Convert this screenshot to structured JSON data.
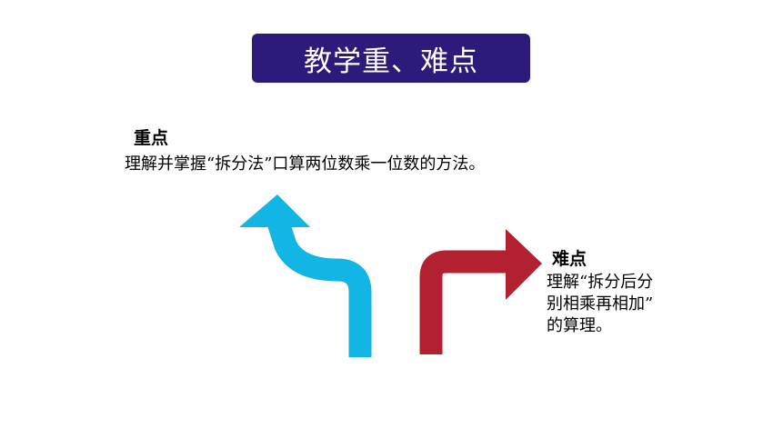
{
  "title": "教学重、难点",
  "key_point": {
    "heading": "重点",
    "text": "理解并掌握“拆分法”口算两位数乘一位数的方法。"
  },
  "difficult_point": {
    "heading": "难点",
    "text": "理解“拆分后分\n别相乘再相加”\n的算理。"
  },
  "colors": {
    "title_background": "#2e1a7a",
    "left_arrow": "#12b5e3",
    "right_arrow": "#b3202f"
  },
  "icons": {
    "left_arrow": "curved-arrow-up-left-icon",
    "right_arrow": "curved-arrow-up-right-icon"
  }
}
